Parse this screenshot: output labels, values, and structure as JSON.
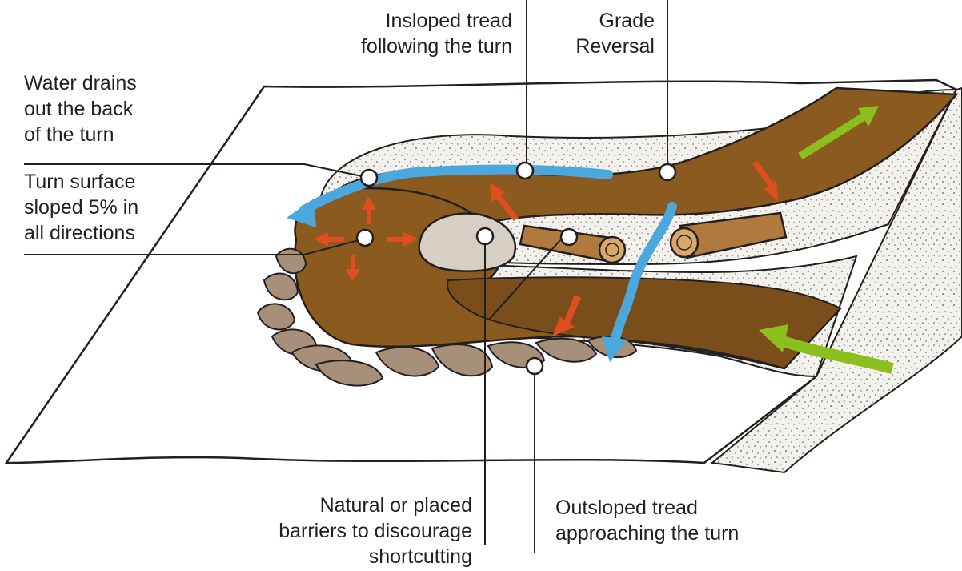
{
  "labels": {
    "water_drains": "Water drains\nout the back\nof the turn",
    "turn_surface": "Turn surface\nsloped 5% in\nall directions",
    "insloped_tread": "Insloped tread\nfollowing the turn",
    "grade_reversal": "Grade\nReversal",
    "barriers": "Natural or placed\nbarriers  to discourage\nshortcutting",
    "outsloped_tread": "Outsloped tread\napproaching the turn"
  },
  "colors": {
    "trail_tread": "#8a5a1e",
    "gravel": "#f1efe9",
    "water_arrow": "#4aa8df",
    "slope_arrow": "#e04e1f",
    "travel_arrow": "#8cbf1e",
    "rock": "#a78f79",
    "leader_line": "#231f20"
  }
}
